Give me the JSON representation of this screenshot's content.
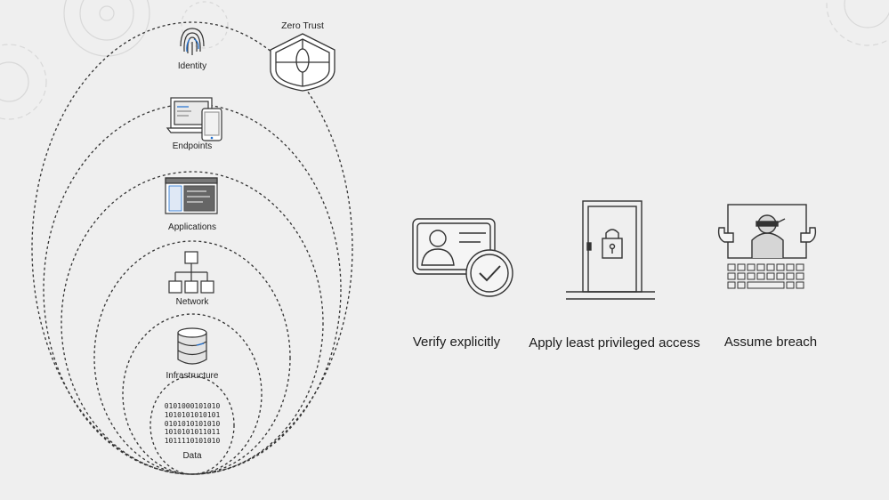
{
  "zero_trust": {
    "title": "Zero Trust",
    "icon": "shield-icon"
  },
  "layers": [
    {
      "label": "Identity",
      "icon": "fingerprint-icon"
    },
    {
      "label": "Endpoints",
      "icon": "devices-icon"
    },
    {
      "label": "Applications",
      "icon": "application-window-icon"
    },
    {
      "label": "Network",
      "icon": "network-hierarchy-icon"
    },
    {
      "label": "Infrastructure",
      "icon": "database-icon"
    },
    {
      "label": "Data",
      "icon": "binary-data-icon"
    }
  ],
  "data_binary": [
    "0101000101010",
    "1010101010101",
    "0101010101010",
    "1010101011011",
    "1011110101010"
  ],
  "principles": [
    {
      "label": "Verify explicitly",
      "icon": "id-card-check-icon"
    },
    {
      "label": "Apply least privileged access",
      "icon": "locked-door-icon"
    },
    {
      "label": "Assume breach",
      "icon": "hacker-screen-icon"
    }
  ],
  "colors": {
    "background": "#efefef",
    "stroke": "#333333",
    "accent": "#1f6fd1"
  }
}
